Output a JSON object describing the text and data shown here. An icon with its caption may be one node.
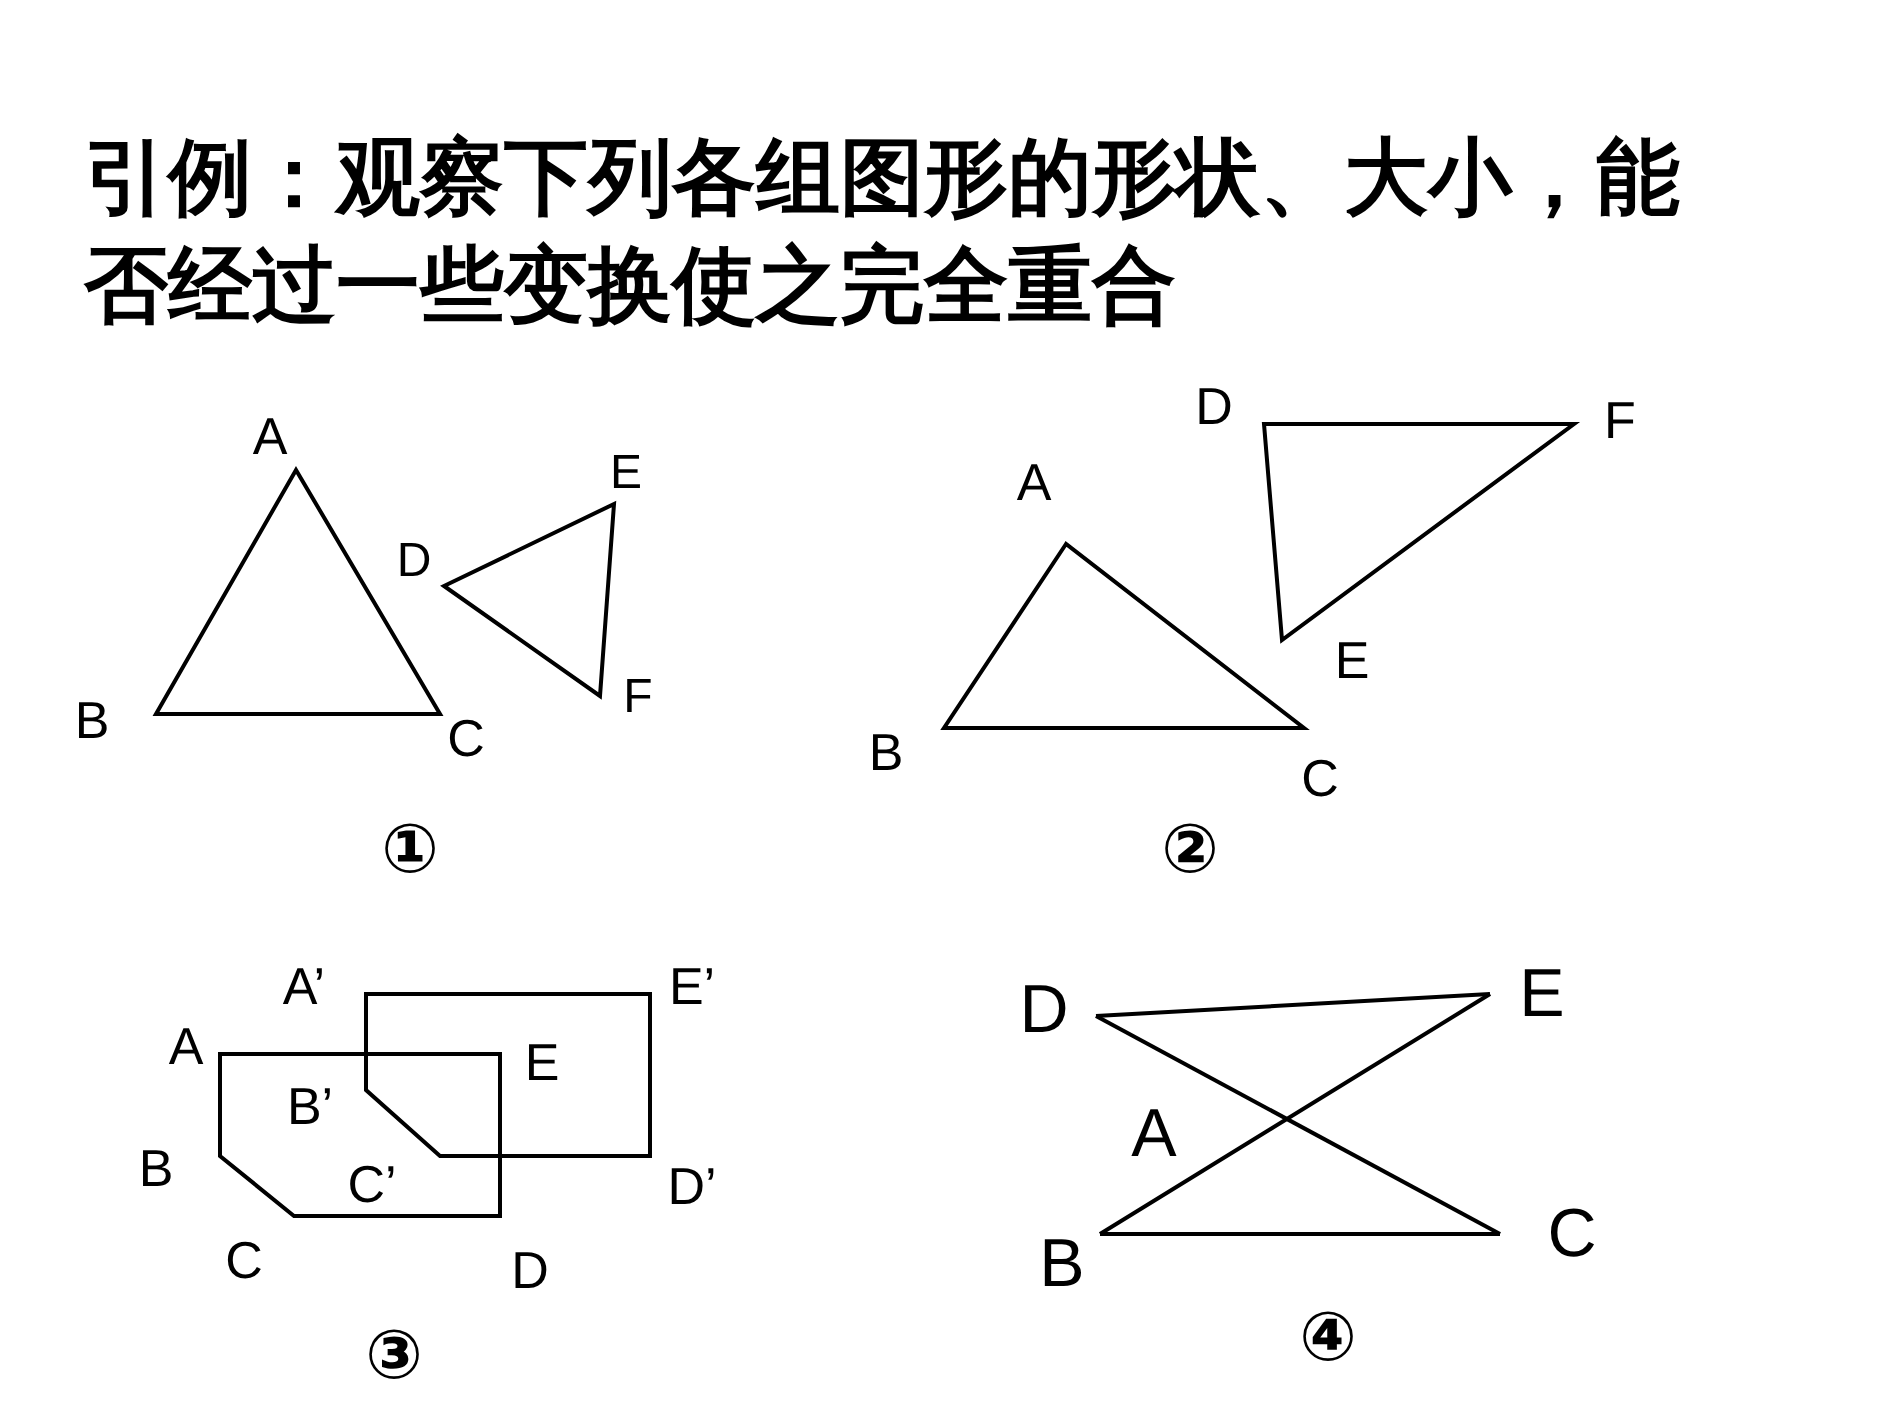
{
  "diagram": {
    "title": "引例：观察下列各组图形的形状、大小，能否经过一些变换使之完全重合",
    "labels": [
      "A",
      "E",
      "D",
      "B",
      "C",
      "F",
      "①",
      "D",
      "F",
      "A",
      "E",
      "B",
      "C",
      "②",
      "A’",
      "E’",
      "A",
      "E",
      "B’",
      "B",
      "C’",
      "D’",
      "C",
      "D",
      "③",
      "D",
      "E",
      "A",
      "B",
      "C",
      "④"
    ]
  }
}
